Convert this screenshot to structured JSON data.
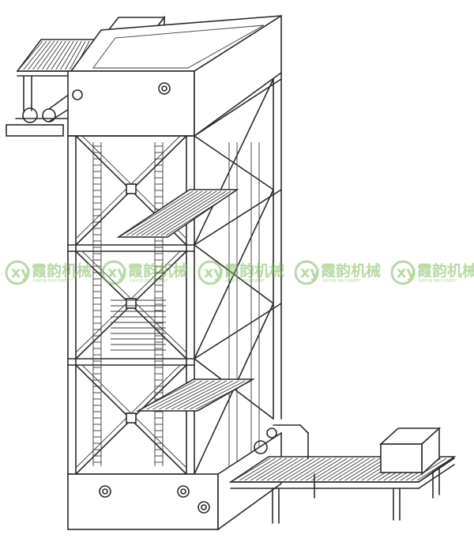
{
  "watermark": {
    "brand": "霞韵机械",
    "sub": "XIAYUN MACHINERY",
    "logo_letters": "xy",
    "color": "#7dbb5a",
    "repeat": 5
  },
  "colors": {
    "line": "#2a2a2a",
    "background": "#ffffff"
  }
}
